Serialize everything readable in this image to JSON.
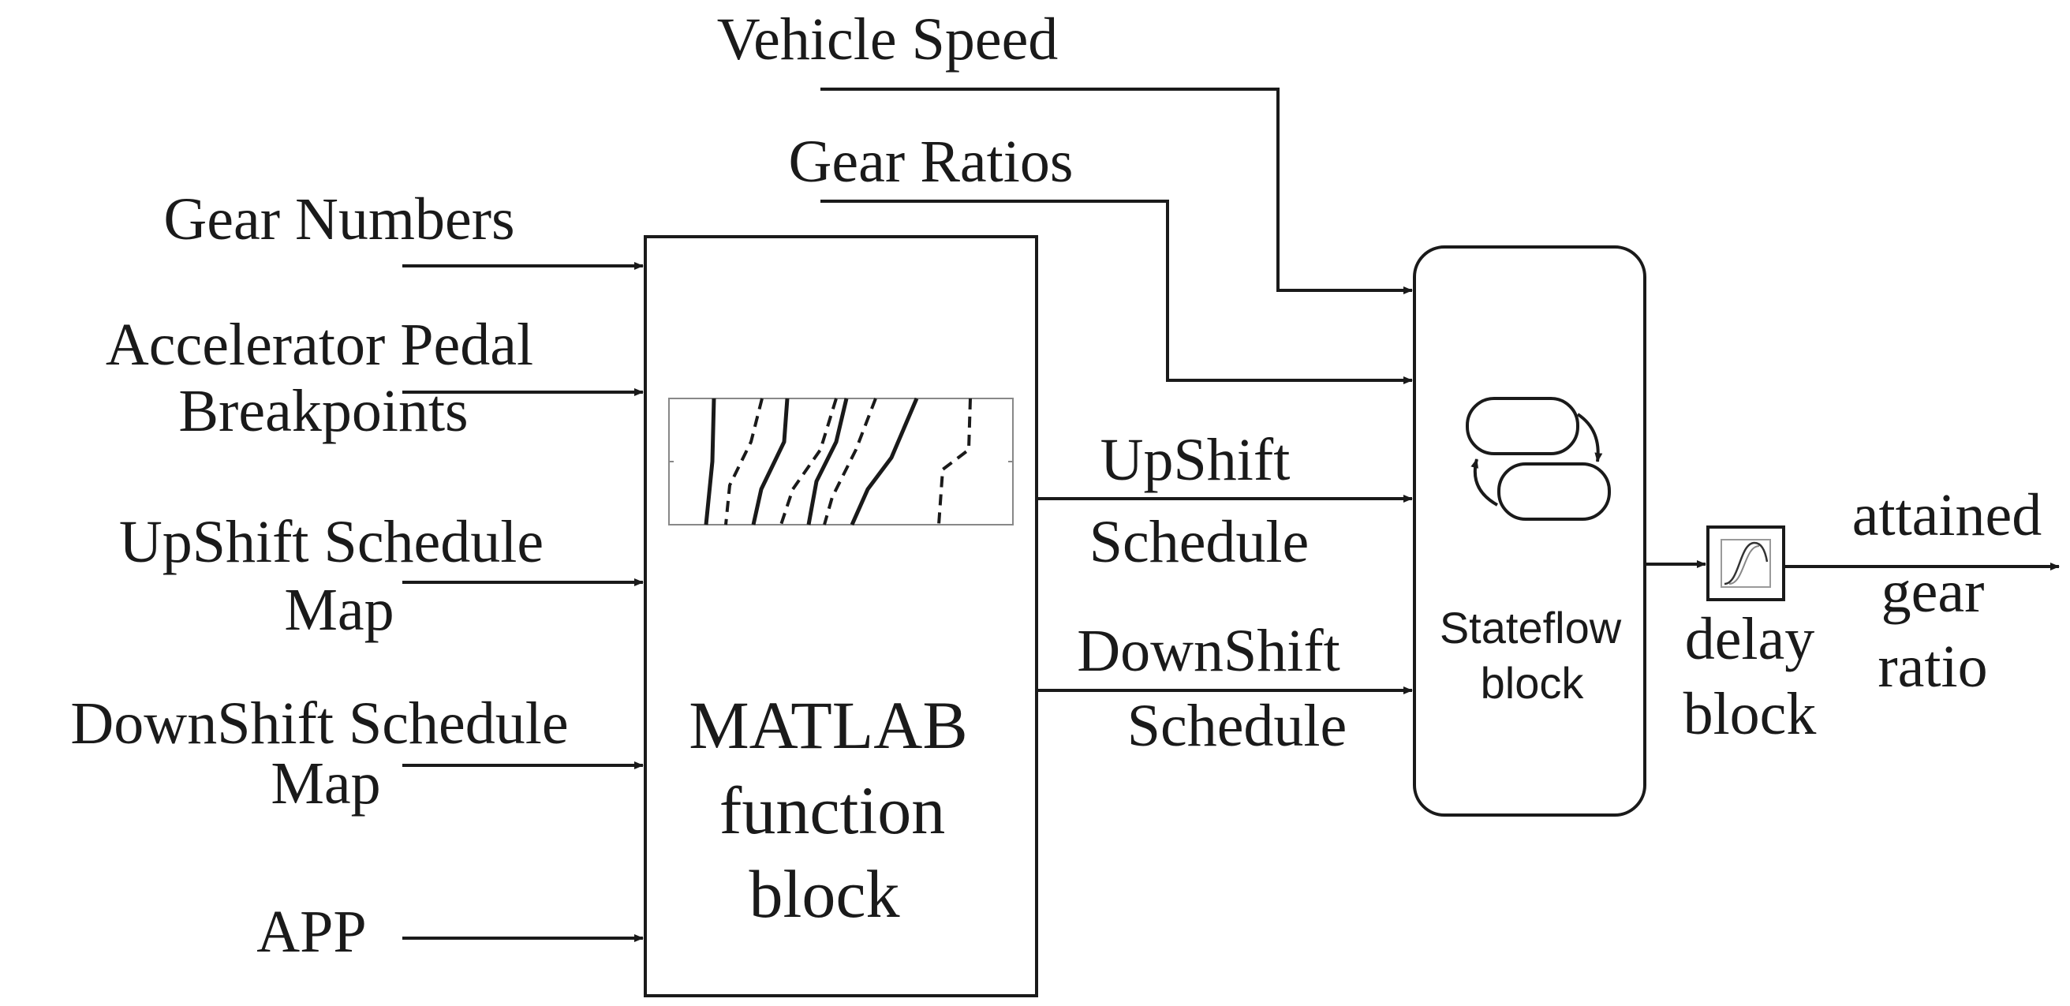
{
  "inputs": {
    "gear_numbers": "Gear Numbers",
    "accel_pedal_line1": "Accelerator Pedal",
    "accel_pedal_line2": "Breakpoints",
    "upshift_map_line1": "UpShift Schedule",
    "upshift_map_line2": "Map",
    "downshift_map_line1": "DownShift Schedule",
    "downshift_map_line2": "Map",
    "app": "APP",
    "vehicle_speed": "Vehicle Speed",
    "gear_ratios": "Gear Ratios"
  },
  "blocks": {
    "matlab_line1": "MATLAB",
    "matlab_line2": "function",
    "matlab_line3": "block",
    "stateflow_line1": "Stateflow",
    "stateflow_line2": "block",
    "delay_line1": "delay",
    "delay_line2": "block"
  },
  "signals": {
    "upshift_line1": "UpShift",
    "upshift_line2": "Schedule",
    "downshift_line1": "DownShift",
    "downshift_line2": "Schedule"
  },
  "output": {
    "line1": "attained",
    "line2": "gear",
    "line3": "ratio"
  },
  "icons": {
    "matlab_thumbnail": "shift-schedule-curves-icon",
    "stateflow": "state-chart-icon",
    "delay": "delay-waveform-icon"
  }
}
